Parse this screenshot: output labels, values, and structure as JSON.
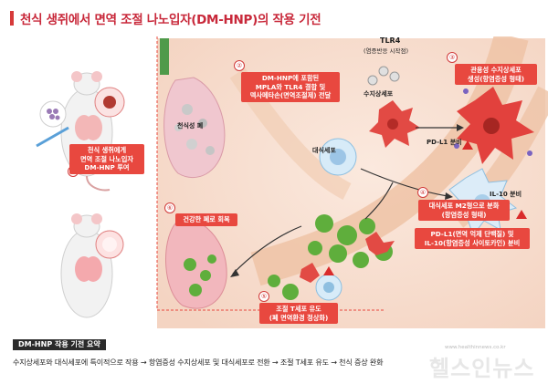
{
  "title": "천식 생쥐에서 면역 조절 나노입자(DM-HNP)의 작용 기전",
  "steps": {
    "s1": {
      "num": "①",
      "lines": [
        "천식 생쥐에게",
        "면역 조절 나노입자",
        "DM-HNP 투여"
      ]
    },
    "s2": {
      "num": "②",
      "lines": [
        "DM-HNP에 포함된",
        "MPLA와 TLR4 결합 및",
        "덱사메타손(면역조절제) 전달"
      ]
    },
    "s3": {
      "num": "③",
      "lines": [
        "관용성 수지상세포",
        "생성(항염증성 형태)"
      ]
    },
    "s4": {
      "num": "④",
      "lines": [
        "대식세포 M2형으로 분화",
        "(항염증성 형태)"
      ]
    },
    "s4b": {
      "lines": [
        "PD-L1(면역 억제 단백질) 및",
        "IL-10(항염증성 사이토카인) 분비"
      ]
    },
    "s5": {
      "num": "⑤",
      "lines": [
        "조절 T세포 유도",
        "(폐 면역환경 정상화)"
      ]
    },
    "s6": {
      "num": "⑥",
      "label": "건강한 폐로 회복"
    }
  },
  "labels": {
    "asthma_lung": "천식성 폐",
    "tlr4": "TLR4",
    "tlr4_sub": "(염증반응 시작점)",
    "dendritic": "수지상세포",
    "macrophage": "대식세포",
    "pdl1": "PD-L1 분비",
    "il10": "IL-10 분비"
  },
  "summary": {
    "heading": "DM-HNP 작용 기전 요약",
    "text": "수지상세포와 대식세포에 특이적으로 작용 → 항염증성 수지상세포 및 대식세포로 전환 → 조절 T세포 유도 → 천식 증상 완화"
  },
  "watermark": {
    "url": "www.healthinnews.co.kr",
    "brand": "헬스인뉴스"
  },
  "colors": {
    "accent": "#e8483f",
    "title": "#c8283a",
    "bronchi": "#f1c8a8",
    "cell_green": "#5fae3c",
    "cell_red": "#d8332e",
    "cell_blue": "#cfe6f7"
  }
}
